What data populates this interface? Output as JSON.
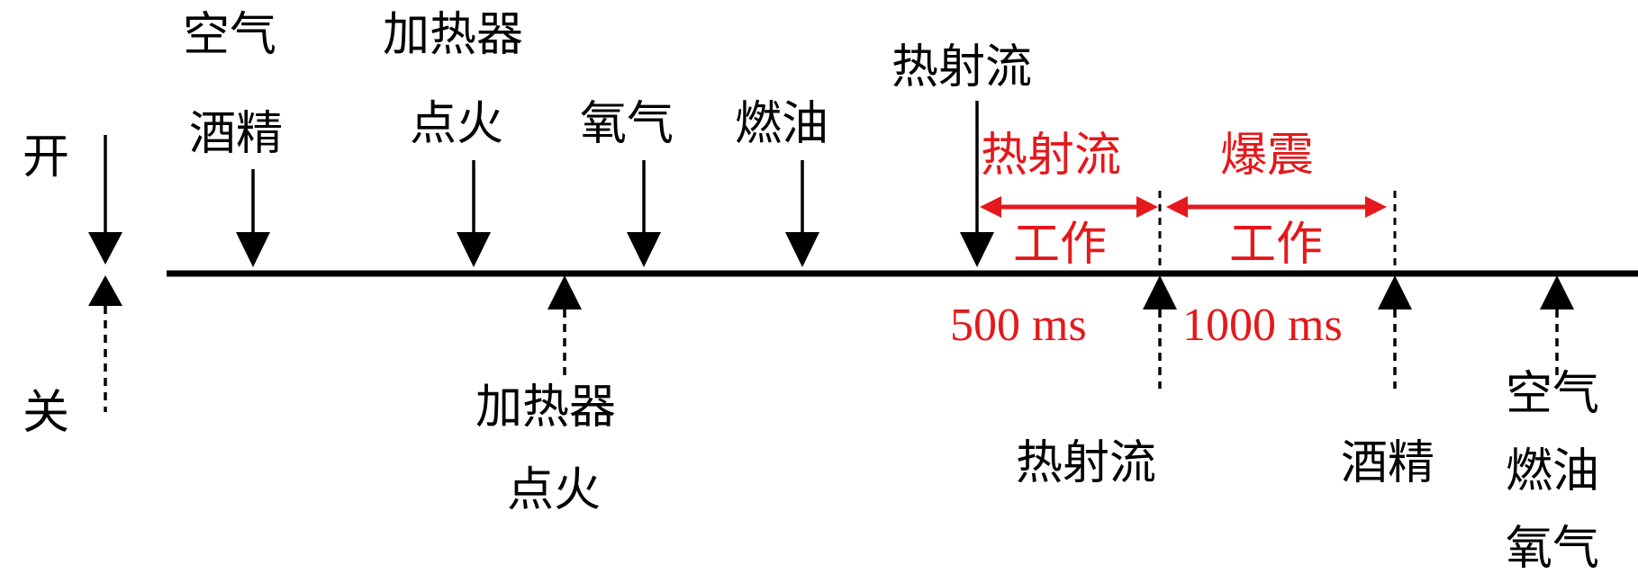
{
  "colors": {
    "line": "#000000",
    "accent": "#e5181b",
    "background": "#ffffff"
  },
  "legend": {
    "on": "开",
    "off": "关"
  },
  "on_events": {
    "air": "空气",
    "alcohol": "酒精",
    "heater_1": "加热器",
    "heater_2": "点火",
    "oxygen": "氧气",
    "fuel": "燃油",
    "jet": "热射流"
  },
  "phases": {
    "jet_1": "热射流",
    "jet_2": "工作",
    "jet_duration": "500 ms",
    "deton_1": "爆震",
    "deton_2": "工作",
    "deton_duration": "1000 ms"
  },
  "off_events": {
    "heater_1": "加热器",
    "heater_2": "点火",
    "jet": "热射流",
    "alcohol": "酒精",
    "air": "空气",
    "fuel": "燃油",
    "oxygen": "氧气"
  }
}
